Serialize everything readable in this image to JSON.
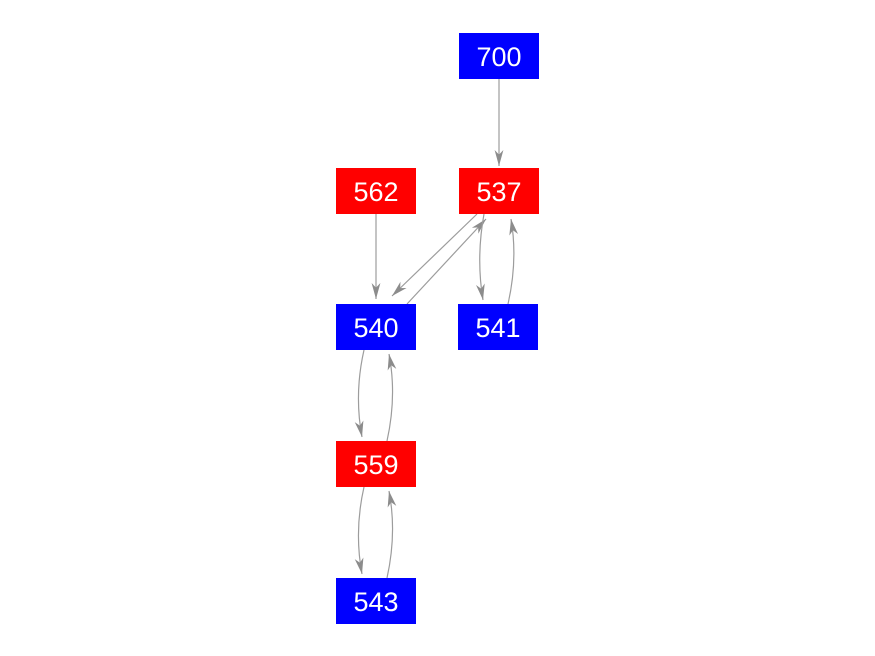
{
  "diagram": {
    "type": "directed-graph",
    "background_color": "#ffffff",
    "edge_color": "#9c9c9c",
    "arrow_color": "#8c8c8c",
    "node_text_color": "#ffffff",
    "node_colors": {
      "red": "#ff0000",
      "blue": "#0000ff"
    },
    "nodes": [
      {
        "id": "700",
        "label": "700",
        "color": "#0000ff"
      },
      {
        "id": "562",
        "label": "562",
        "color": "#ff0000"
      },
      {
        "id": "537",
        "label": "537",
        "color": "#ff0000"
      },
      {
        "id": "540",
        "label": "540",
        "color": "#0000ff"
      },
      {
        "id": "541",
        "label": "541",
        "color": "#0000ff"
      },
      {
        "id": "559",
        "label": "559",
        "color": "#ff0000"
      },
      {
        "id": "543",
        "label": "543",
        "color": "#0000ff"
      }
    ],
    "edges": [
      {
        "from": "700",
        "to": "537"
      },
      {
        "from": "562",
        "to": "540"
      },
      {
        "from": "537",
        "to": "540"
      },
      {
        "from": "540",
        "to": "537"
      },
      {
        "from": "537",
        "to": "541"
      },
      {
        "from": "541",
        "to": "537"
      },
      {
        "from": "540",
        "to": "559"
      },
      {
        "from": "559",
        "to": "540"
      },
      {
        "from": "559",
        "to": "543"
      },
      {
        "from": "543",
        "to": "559"
      }
    ]
  }
}
